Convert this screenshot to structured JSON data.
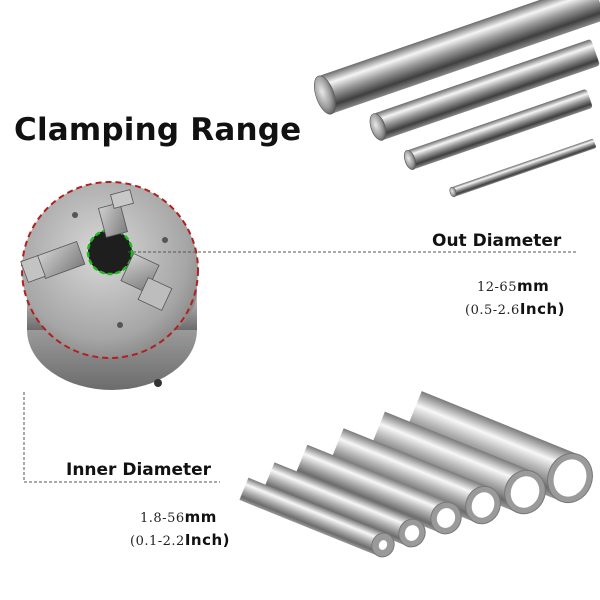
{
  "title": "Clamping Range",
  "out_diameter": {
    "label": "Out Diameter",
    "range_num": "12-65",
    "range_unit": "mm",
    "range_inch_num": "(0.5-2.6",
    "range_inch_unit": "Inch)"
  },
  "inner_diameter": {
    "label": "Inner Diameter",
    "range_num": "1.8-56",
    "range_unit": "mm",
    "range_inch_num": "(0.1-2.2",
    "range_inch_unit": "Inch)"
  },
  "colors": {
    "chuck_outline": "#b51e1e",
    "bore_outline": "#18c018",
    "steel_light": "#f2f2f2",
    "steel_dark": "#5a5a5a"
  }
}
